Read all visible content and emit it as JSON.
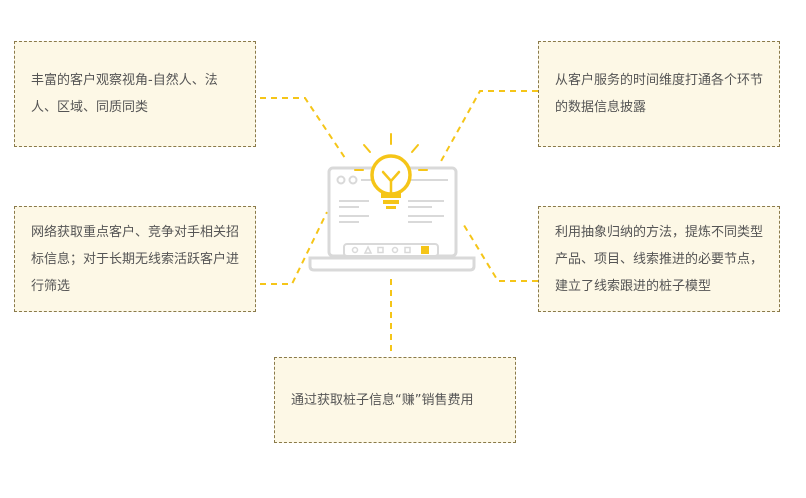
{
  "boxes": [
    {
      "id": "top-left",
      "text": "丰富的客户观察视角-自然人、法人、区域、同质同类"
    },
    {
      "id": "top-right",
      "text": "从客户服务的时间维度打通各个环节的数据信息披露"
    },
    {
      "id": "mid-left",
      "text": "网络获取重点客户、竞争对手相关招标信息；对于长期无线索活跃客户进行筛选"
    },
    {
      "id": "mid-right",
      "text": "利用抽象归纳的方法，提炼不同类型产品、项目、线索推进的必要节点，建立了线索跟进的桩子模型"
    },
    {
      "id": "bottom",
      "text": "通过获取桩子信息“赚”销售费用"
    }
  ],
  "colors": {
    "box_fill": "#fdf8e6",
    "box_border": "#8a7a4a",
    "connector": "#f5c518",
    "bulb": "#f5c518",
    "laptop": "#d9d9d9"
  },
  "icons": {
    "center": "laptop-lightbulb-icon"
  }
}
